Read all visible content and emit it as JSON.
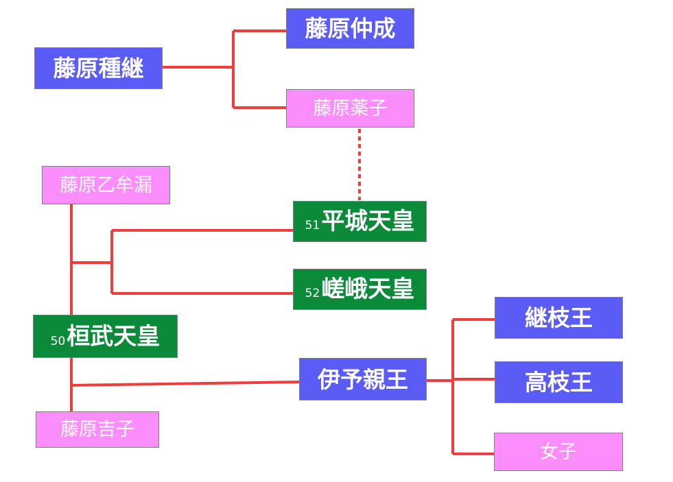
{
  "colors": {
    "line": "#f03c3c",
    "male": "#5b5bf5",
    "female": "#fc8dfc",
    "emperor": "#0b8a3a",
    "text": "#ffffff"
  },
  "nodes": {
    "tanetsugu": {
      "name": "藤原種継"
    },
    "nakanari": {
      "name": "藤原仲成"
    },
    "kusuko": {
      "name": "藤原薬子"
    },
    "oshimuro": {
      "name": "藤原乙牟漏"
    },
    "heizei": {
      "number": "51",
      "name": "平城天皇"
    },
    "saga": {
      "number": "52",
      "name": "嵯峨天皇"
    },
    "kanmu": {
      "number": "50",
      "name": "桓武天皇"
    },
    "yoshiko": {
      "name": "藤原吉子"
    },
    "iyo": {
      "name": "伊予親王"
    },
    "tsugueda": {
      "name": "継枝王"
    },
    "takaeda": {
      "name": "高枝王"
    },
    "joshi": {
      "name": "女子"
    }
  }
}
